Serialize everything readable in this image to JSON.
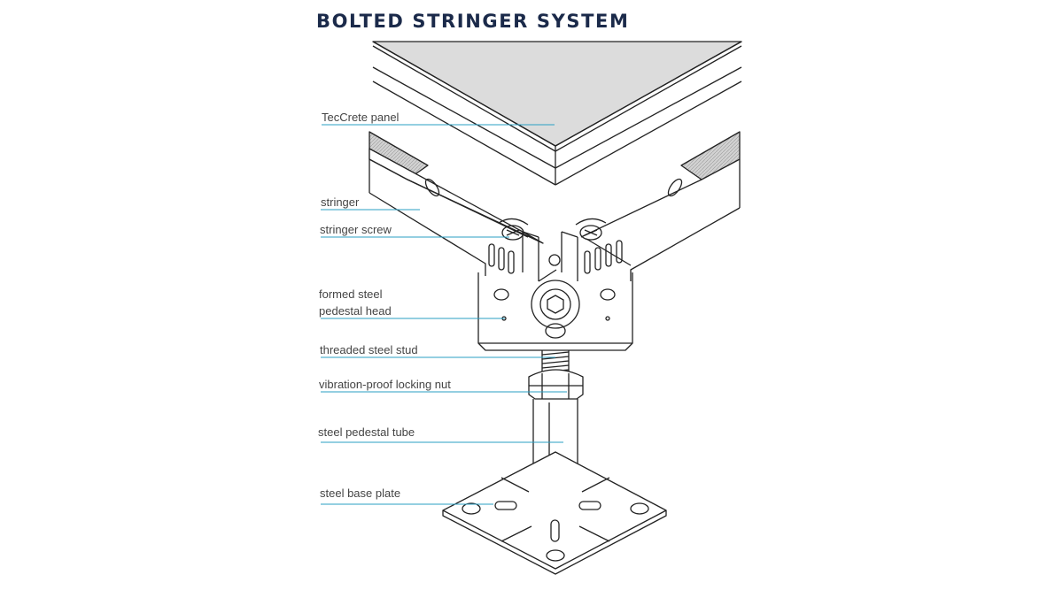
{
  "title": "BOLTED STRINGER SYSTEM",
  "colors": {
    "title": "#1b2a4a",
    "leader_line": "#2a9fc3",
    "drawing_line": "#222222",
    "label_text": "#444444",
    "panel_fill": "#dcdcdc"
  },
  "labels": {
    "panel": "TecCrete panel",
    "stringer": "stringer",
    "stringer_screw": "stringer screw",
    "pedestal_head_1": "formed steel",
    "pedestal_head_2": "pedestal head",
    "stud": "threaded steel stud",
    "nut": "vibration-proof locking nut",
    "tube": "steel pedestal tube",
    "base": "steel base plate"
  }
}
